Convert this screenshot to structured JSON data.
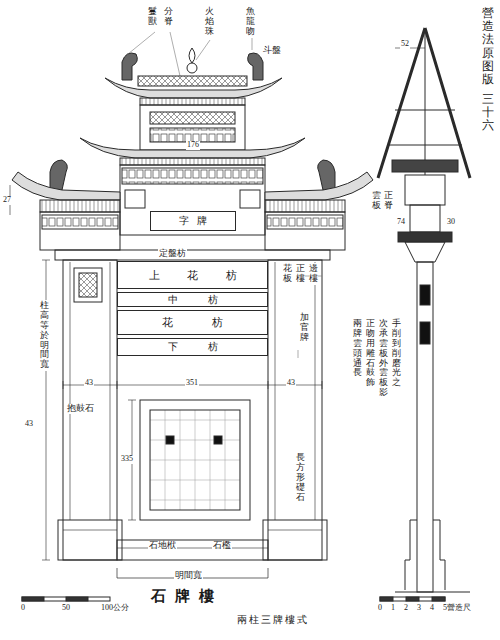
{
  "diagram": {
    "title": "石牌樓",
    "caption": "兩柱三牌樓式",
    "nodes": [
      {
        "text": [
          "字牌"
        ]
      },
      {
        "text": [
          "上花枋"
        ]
      },
      {
        "text": [
          "中枋"
        ]
      },
      {
        "text": [
          "花枋"
        ]
      },
      {
        "text": [
          "下枋"
        ]
      }
    ],
    "labels": [
      "營造法原图版",
      "三十六",
      "鬘獸",
      "分脊",
      "火焰珠",
      "魚龍吻",
      "斗盤",
      "176",
      "定盤枋",
      "花板",
      "正樓",
      "邊樓",
      "加官牌",
      "柱高等於明間寬",
      "抱鼓石",
      "長方形礎石",
      "石地栿",
      "石檻",
      "明間寬",
      "351",
      "43",
      "43",
      "335",
      "27",
      "43",
      "52",
      "74",
      "30",
      "雲板",
      "正脊",
      "手削到削磨光之",
      "次承雲板外雲板影",
      "正吻用雕石鼓飾",
      "兩牌雲頭通長",
      "0",
      "50",
      "100公分",
      "0",
      "1",
      "2",
      "3",
      "4",
      "5營造尺"
    ]
  }
}
